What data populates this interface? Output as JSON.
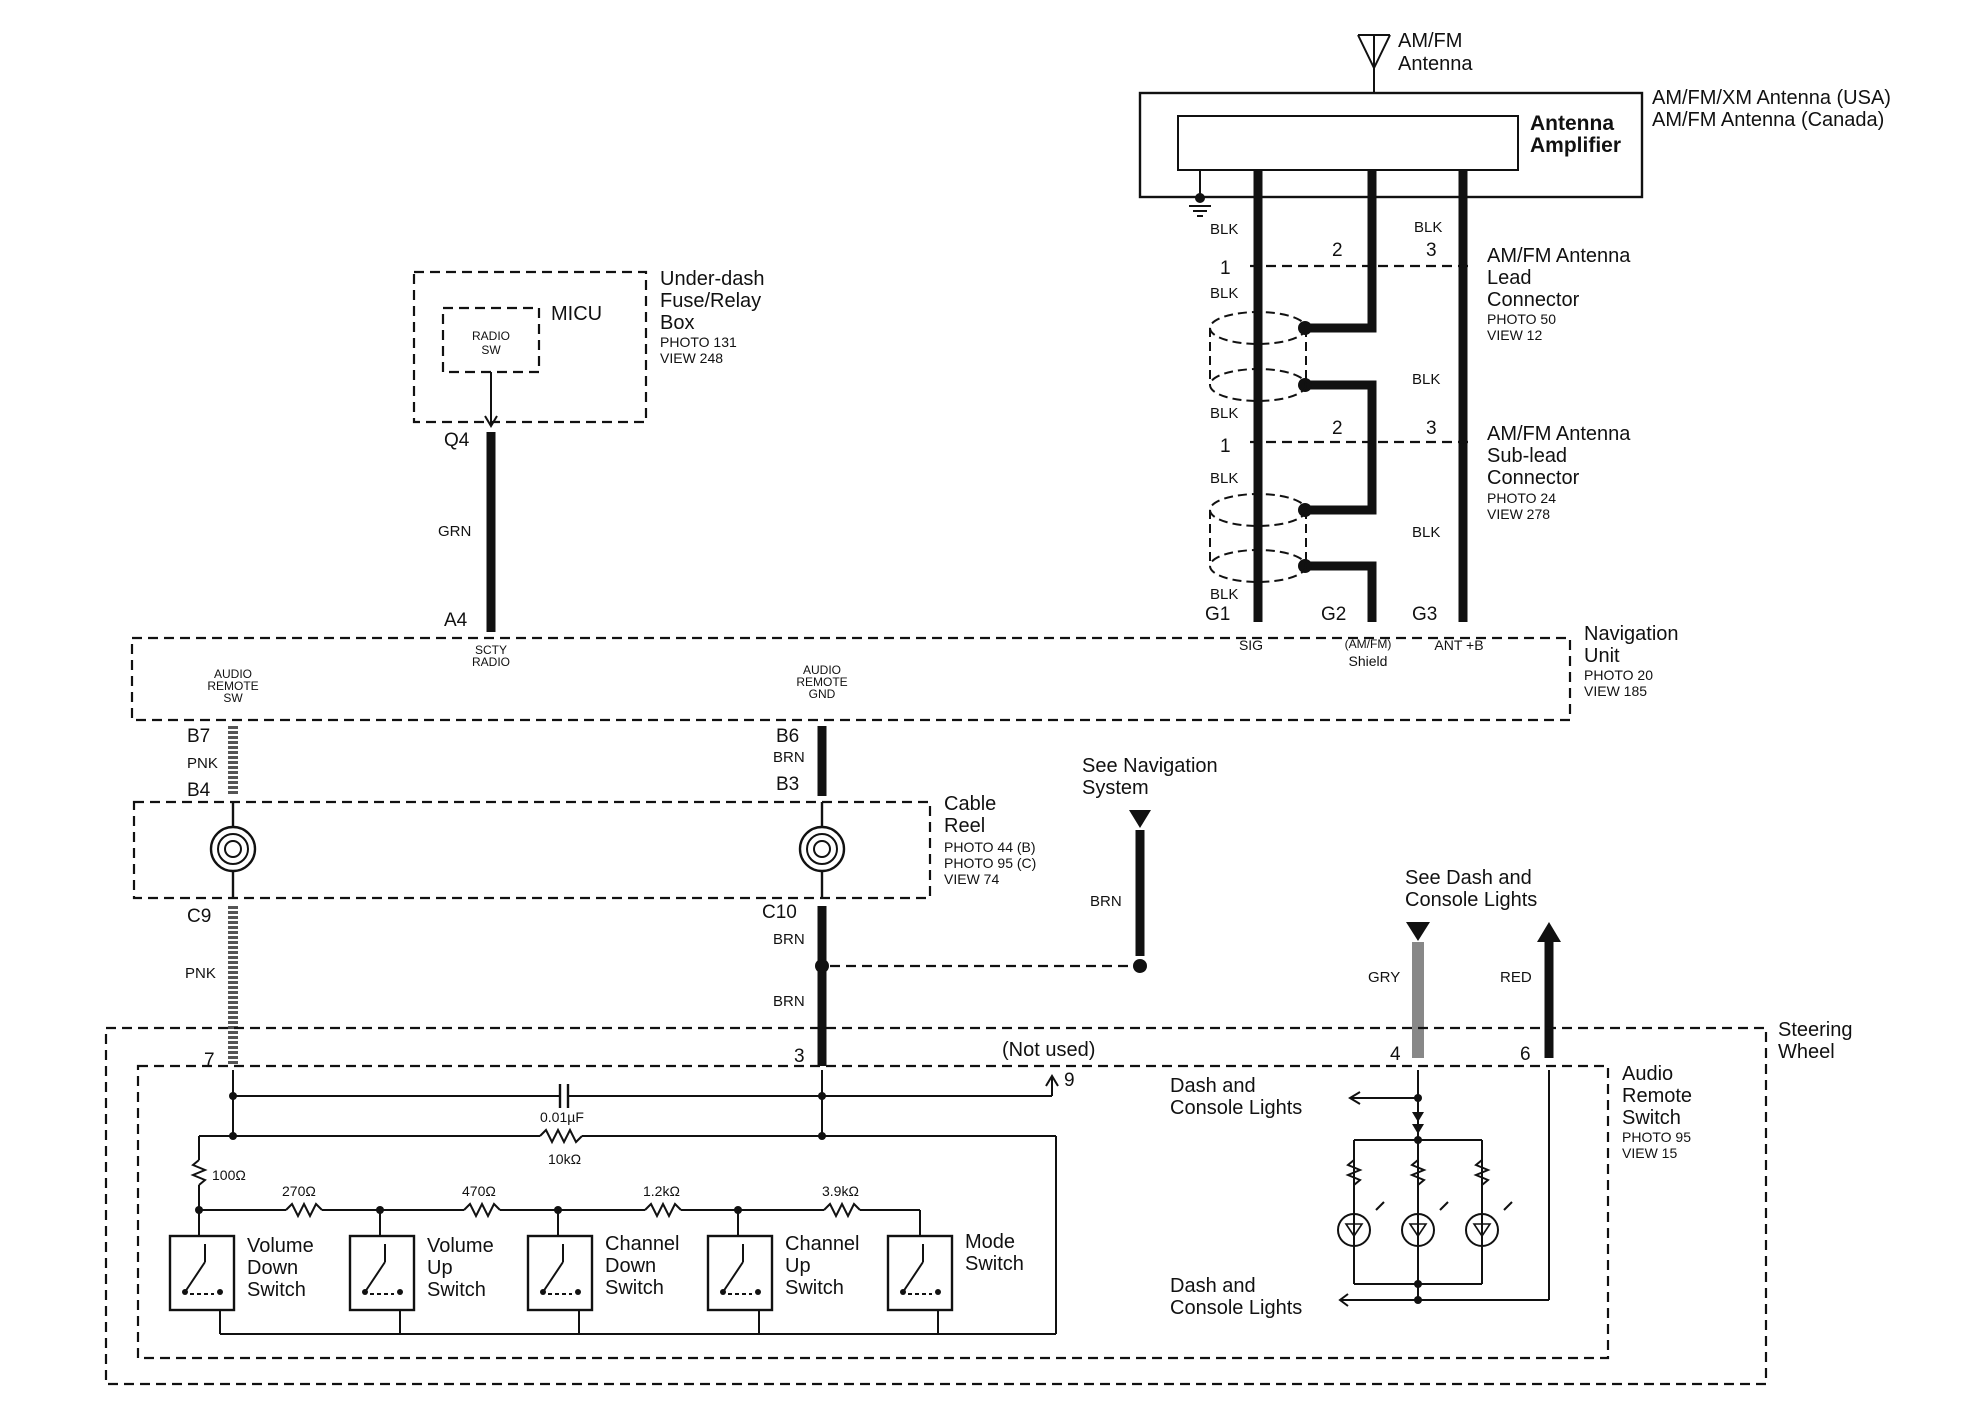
{
  "antenna": {
    "title_line1": "AM/FM",
    "title_line2": "Antenna",
    "assembly_line1": "AM/FM/XM Antenna (USA)",
    "assembly_line2": "AM/FM Antenna (Canada)",
    "amp_line1": "Antenna",
    "amp_line2": "Amplifier"
  },
  "lead_connector": {
    "line1": "AM/FM Antenna",
    "line2": "Lead",
    "line3": "Connector",
    "photo": "PHOTO 50",
    "view": "VIEW 12"
  },
  "sub_lead_connector": {
    "line1": "AM/FM Antenna",
    "line2": "Sub-lead",
    "line3": "Connector",
    "photo": "PHOTO 24",
    "view": "VIEW 278"
  },
  "fuse_box": {
    "line1": "Under-dash",
    "line2": "Fuse/Relay",
    "line3": "Box",
    "photo": "PHOTO 131",
    "view": "VIEW 248",
    "micu": "MICU",
    "radio_sw_1": "RADIO",
    "radio_sw_2": "SW"
  },
  "nav_unit": {
    "line1": "Navigation",
    "line2": "Unit",
    "photo": "PHOTO 20",
    "view": "VIEW 185",
    "term_audio_sw_1": "AUDIO",
    "term_audio_sw_2": "REMOTE",
    "term_audio_sw_3": "SW",
    "term_scty_1": "SCTY",
    "term_scty_2": "RADIO",
    "term_gnd_1": "AUDIO",
    "term_gnd_2": "REMOTE",
    "term_gnd_3": "GND",
    "term_sig": "SIG",
    "term_shield_1": "(AM/FM)",
    "term_shield_2": "Shield",
    "term_antb": "ANT +B"
  },
  "cable_reel": {
    "line1": "Cable",
    "line2": "Reel",
    "photo_b": "PHOTO 44 (B)",
    "photo_c": "PHOTO 95 (C)",
    "view": "VIEW 74"
  },
  "steering_wheel": {
    "line1": "Steering",
    "line2": "Wheel"
  },
  "audio_remote_switch": {
    "line1": "Audio",
    "line2": "Remote",
    "line3": "Switch",
    "photo": "PHOTO 95",
    "view": "VIEW 15"
  },
  "references": {
    "nav_system_1": "See Navigation",
    "nav_system_2": "System",
    "dash_lights_1": "See Dash and",
    "dash_lights_2": "Console Lights",
    "dash_out_1": "Dash and",
    "dash_out_2": "Console Lights",
    "dash_in_1": "Dash and",
    "dash_in_2": "Console Lights",
    "not_used": "(Not used)"
  },
  "pins": {
    "q4": "Q4",
    "a4": "A4",
    "b7": "B7",
    "b4": "B4",
    "c9": "C9",
    "b6": "B6",
    "b3": "B3",
    "c10": "C10",
    "g1": "G1",
    "g2": "G2",
    "g3": "G3",
    "lead_1": "1",
    "lead_2": "2",
    "lead_3": "3",
    "sub_1": "1",
    "sub_2": "2",
    "sub_3": "3",
    "sw_7": "7",
    "sw_3": "3",
    "sw_9": "9",
    "sw_4": "4",
    "sw_6": "6"
  },
  "wire_colors": {
    "blk_a": "BLK",
    "blk_b": "BLK",
    "blk_c": "BLK",
    "blk_d": "BLK",
    "blk_e": "BLK",
    "blk_f": "BLK",
    "blk_g": "BLK",
    "blk_h": "BLK",
    "grn": "GRN",
    "pnk_a": "PNK",
    "pnk_b": "PNK",
    "brn_a": "BRN",
    "brn_b": "BRN",
    "brn_c": "BRN",
    "brn_nav": "BRN",
    "gry": "GRY",
    "red": "RED"
  },
  "components": {
    "cap": "0.01µF",
    "r10k": "10kΩ",
    "r100": "100Ω",
    "r270": "270Ω",
    "r470": "470Ω",
    "r1k2": "1.2kΩ",
    "r3k9": "3.9kΩ"
  },
  "switches": [
    {
      "line1": "Volume",
      "line2": "Down",
      "line3": "Switch"
    },
    {
      "line1": "Volume",
      "line2": "Up",
      "line3": "Switch"
    },
    {
      "line1": "Channel",
      "line2": "Down",
      "line3": "Switch"
    },
    {
      "line1": "Channel",
      "line2": "Up",
      "line3": "Switch"
    },
    {
      "line1": "Mode",
      "line2": "Switch",
      "line3": ""
    }
  ]
}
